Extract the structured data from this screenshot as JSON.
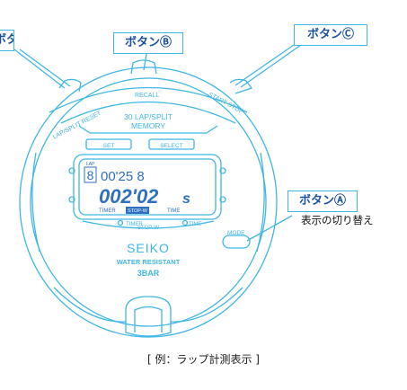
{
  "callouts": {
    "button_d": "ボタンⒹ",
    "button_b": "ボタンⒷ",
    "button_c": "ボタンⒸ",
    "button_a": "ボタンⒶ",
    "button_a_note": "表示の切り替え"
  },
  "watch": {
    "label_lap_split_reset": "LAP/SPLIT RESET",
    "label_recall": "RECALL",
    "label_start_stop": "START STOP",
    "memory_line1": "30 LAP/SPLIT",
    "memory_line2": "MEMORY",
    "label_set": "SET",
    "label_select": "SELECT",
    "lcd_lap_tag": "LAP",
    "lcd_lap_number": "8",
    "lcd_top_time": "00'25 8",
    "lcd_main_time": "002'02",
    "lcd_main_unit": "s",
    "lcd_timer": "TIMER",
    "lcd_stopw": "STOP-W",
    "lcd_time": "TIME",
    "bezel_timer": "TIMER",
    "bezel_stopw": "STOP-W",
    "bezel_time": "TIME",
    "label_mode": "MODE",
    "brand": "SEIKO",
    "water_resistant": "WATER RESISTANT",
    "bar_rating": "3BAR"
  },
  "caption": "[ 例：ラップ計測表示 ]",
  "colors": {
    "outline": "#3fb6e3",
    "text": "#1a4f9a",
    "lcd_digit": "#2f6fc0"
  }
}
